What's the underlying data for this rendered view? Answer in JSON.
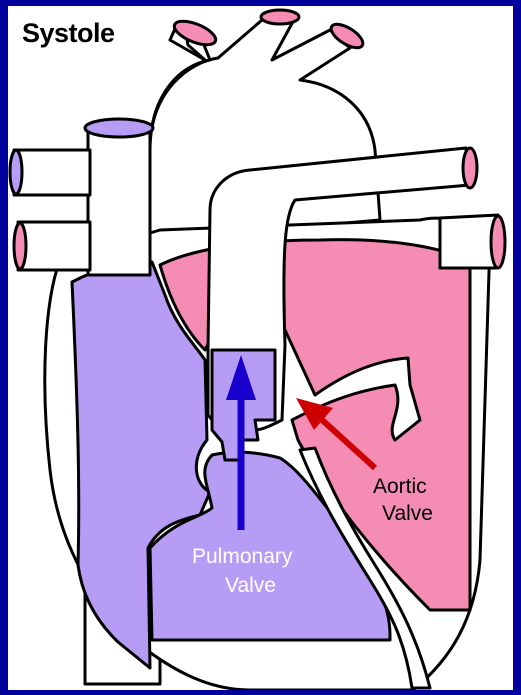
{
  "diagram": {
    "title": "Systole",
    "labels": {
      "aortic_valve": [
        "Aortic",
        "Valve"
      ],
      "pulmonary_valve": [
        "Pulmonary",
        "Valve"
      ]
    },
    "colors": {
      "background": "#00009c",
      "panel": "#ffffff",
      "pink_chamber": "#f58cb4",
      "purple_chamber": "#b69cf5",
      "outline": "#000000",
      "aortic_arrow": "#cc0000",
      "pulmonary_arrow": "#1a00cc",
      "aortic_label": "#000000",
      "pulmonary_label": "#ffffff"
    }
  }
}
